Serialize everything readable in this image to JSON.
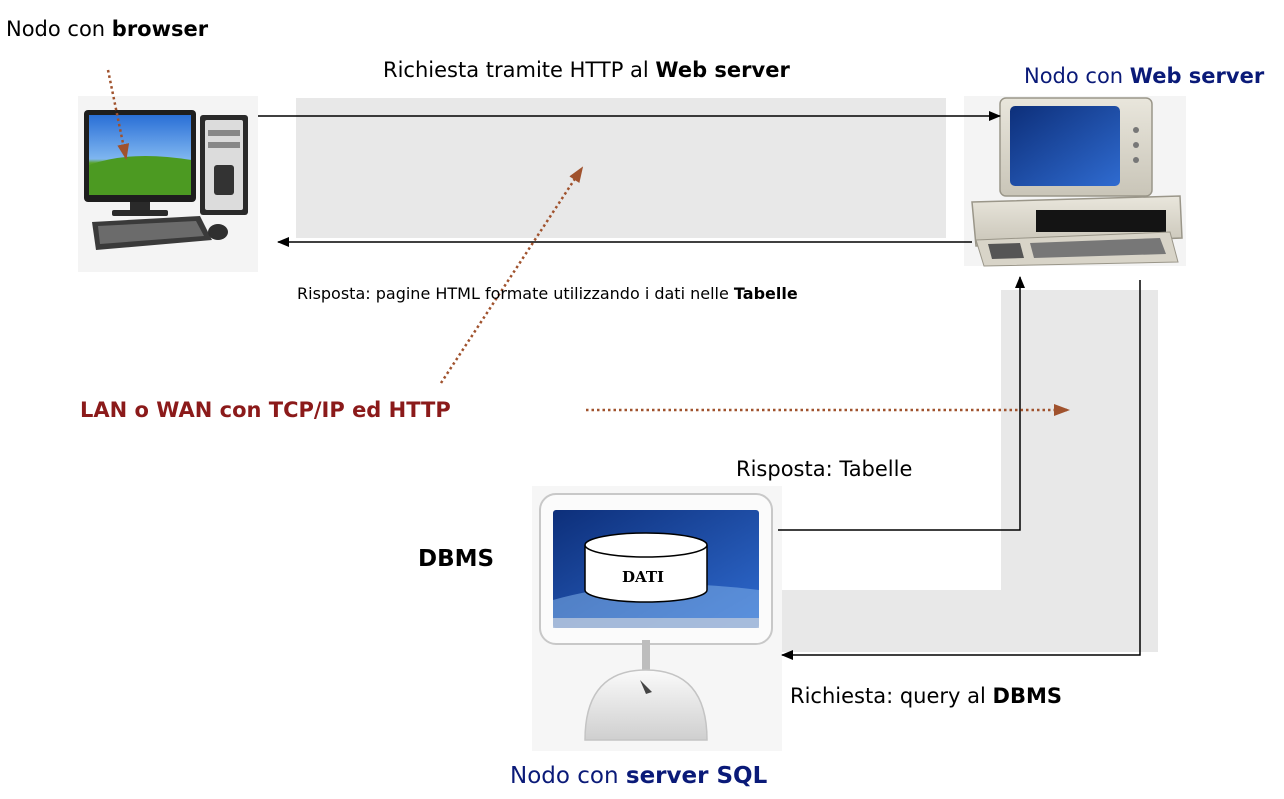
{
  "labels": {
    "browser_node": {
      "prefix": "Nodo con ",
      "bold": "browser"
    },
    "request_http": {
      "prefix": "Richiesta tramite HTTP al ",
      "bold": "Web server"
    },
    "webserver_node": {
      "prefix": "Nodo con ",
      "bold": "Web server"
    },
    "response_html": {
      "prefix": "Risposta: pagine HTML formate utilizzando i dati nelle ",
      "bold": "Tabelle"
    },
    "network": "LAN o WAN con TCP/IP ed HTTP",
    "response_tables": "Risposta: Tabelle",
    "dbms": "DBMS",
    "db_label": "DATI",
    "request_query": {
      "prefix": "Richiesta: query al ",
      "bold": "DBMS"
    },
    "sql_node": {
      "prefix": "Nodo con ",
      "bold": "server SQL"
    }
  },
  "colors": {
    "network_red": "#8b1a1a",
    "dotted_brown": "#a0522d",
    "node_blue": "#0a1a78",
    "shade_gray": "#e8e8e8"
  }
}
